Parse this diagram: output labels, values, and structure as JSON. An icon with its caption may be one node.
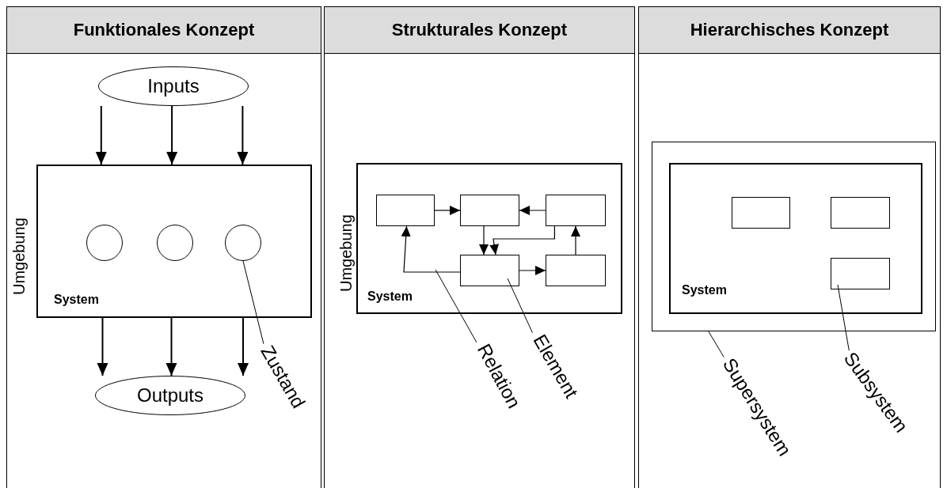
{
  "diagram": {
    "nodes": [
      {
        "text": [
          "Funktionales Konzept"
        ]
      },
      {
        "text": [
          "Inputs"
        ],
        "in": 0
      },
      {
        "text": [
          "System"
        ],
        "beside": [
          "Umgebung"
        ],
        "in": 0
      },
      {
        "text": [],
        "shape": "circle",
        "in": 2
      },
      {
        "text": [],
        "shape": "circle",
        "in": 2
      },
      {
        "text": [],
        "shape": "circle",
        "in": 2
      },
      {
        "text": [
          "Outputs"
        ],
        "in": 0
      },
      {
        "text": [
          "Zustand"
        ],
        "in": 0
      },
      {
        "text": [
          "Strukturales Konzept"
        ]
      },
      {
        "text": [
          "System"
        ],
        "beside": [
          "Umgebung"
        ],
        "in": 8
      },
      {
        "text": [],
        "shape": "box",
        "in": 9
      },
      {
        "text": [],
        "shape": "box",
        "in": 9
      },
      {
        "text": [],
        "shape": "box",
        "in": 9
      },
      {
        "text": [],
        "shape": "box",
        "in": 9
      },
      {
        "text": [],
        "shape": "box",
        "in": 9
      },
      {
        "text": [
          "Relation"
        ],
        "in": 8
      },
      {
        "text": [
          "Element"
        ],
        "in": 8
      },
      {
        "text": [
          "Hierarchisches Konzept"
        ]
      },
      {
        "text": [],
        "shape": "box",
        "in": 17
      },
      {
        "text": [
          "System"
        ],
        "in": 18
      },
      {
        "text": [],
        "shape": "box",
        "in": 19
      },
      {
        "text": [],
        "shape": "box",
        "in": 19
      },
      {
        "text": [],
        "shape": "box",
        "in": 19
      },
      {
        "text": [
          "Supersystem"
        ],
        "in": 17
      },
      {
        "text": [
          "Subsystem"
        ],
        "in": 17
      }
    ],
    "edges": [
      {
        "from": 1,
        "to": 2,
        "arrow": "to"
      },
      {
        "from": 1,
        "to": 2,
        "arrow": "to"
      },
      {
        "from": 1,
        "to": 2,
        "arrow": "to"
      },
      {
        "from": 2,
        "to": 6,
        "arrow": "to"
      },
      {
        "from": 2,
        "to": 6,
        "arrow": "to"
      },
      {
        "from": 2,
        "to": 6,
        "arrow": "to"
      },
      {
        "from": 7,
        "to": 5,
        "arrow": "none"
      },
      {
        "from": 10,
        "to": 11,
        "arrow": "to"
      },
      {
        "from": 12,
        "to": 11,
        "arrow": "to"
      },
      {
        "from": 11,
        "to": 13,
        "arrow": "to"
      },
      {
        "from": 12,
        "to": 13,
        "arrow": "to"
      },
      {
        "from": 13,
        "to": 14,
        "arrow": "to"
      },
      {
        "from": 14,
        "to": 12,
        "arrow": "to"
      },
      {
        "from": 13,
        "to": 10,
        "arrow": "to"
      },
      {
        "from": 15,
        "to": null,
        "arrow": "none"
      },
      {
        "from": 16,
        "to": 13,
        "arrow": "none"
      },
      {
        "from": 23,
        "to": 18,
        "arrow": "none"
      },
      {
        "from": 24,
        "to": 22,
        "arrow": "none"
      }
    ]
  }
}
